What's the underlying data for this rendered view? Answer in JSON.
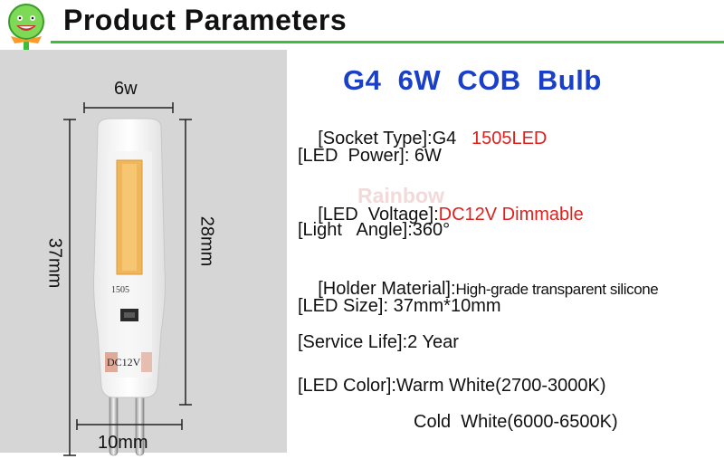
{
  "header": {
    "title": "Product Parameters"
  },
  "product": {
    "title": "G4  6W  COB  Bulb",
    "chip_label": "1505",
    "voltage_label": "DC12V",
    "watermark": "Rainbow"
  },
  "dimensions": {
    "width_top": "6w",
    "total_length": "37mm",
    "body_length": "28mm",
    "width_bottom": "10mm"
  },
  "specs": {
    "socket_label": "[Socket Type]:G4",
    "socket_highlight": "1505LED",
    "power": "[LED  Power]: 6W",
    "voltage_label": "[LED  Voltage]:",
    "voltage_value": "DC12V Dimmable",
    "angle": "[Light   Angle]:360°",
    "holder_label": "[Holder Material]:",
    "holder_value": "High-grade transparent silicone",
    "size": "[LED Size]: 37mm*10mm",
    "life": "[Service Life]:2 Year",
    "color_warm": "[LED Color]:Warm White(2700-3000K)",
    "color_cold": "Cold  White(6000-6500K)"
  },
  "colors": {
    "accent_green": "#3dbf3d",
    "title_blue": "#1a3fc9",
    "highlight_red": "#e0201c",
    "cob_yellow": "#f0b75a"
  }
}
